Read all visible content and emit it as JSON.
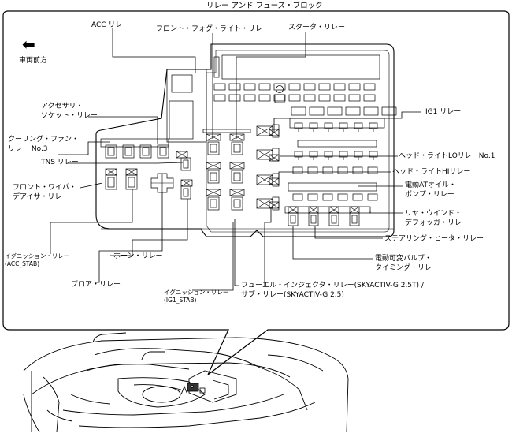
{
  "diagram": {
    "title": "リレー アンド フューズ・ブロック",
    "direction_arrow": "left-arrow",
    "direction_label": "車両前方",
    "labels": {
      "acc_relay": "ACC リレー",
      "front_fog_relay": "フロント・フォグ・ライト・リレー",
      "starter_relay": "スタータ・リレー",
      "accessory_socket_relay_1": "アクセサリ・",
      "accessory_socket_relay_2": "ソケット・リレー",
      "cooling_fan_relay_1": "クーリング・ファン・",
      "cooling_fan_relay_2": "リレー No.3",
      "tns_relay": "TNS リレー",
      "front_wiper_relay_1": "フロント・ワイパ・",
      "front_wiper_relay_2": "デアイサ・リレー",
      "ig1_relay": "IG1 リレー",
      "head_lo_relay": "ヘッド・ライトLOリレーNo.1",
      "head_hi_relay": "ヘッド・ライトHIリレー",
      "at_oil_pump_relay_1": "電動ATオイル・",
      "at_oil_pump_relay_2": "ポンプ・リレー",
      "rear_defogger_relay_1": "リヤ・ウインド・",
      "rear_defogger_relay_2": "デフォッガ・リレー",
      "steering_heater_relay": "ステアリング・ヒータ・リレー",
      "valve_timing_relay_1": "電動可変バルブ・",
      "valve_timing_relay_2": "タイミング・リレー",
      "fuel_injector_relay_1": "フューエル・インジェクタ・リレー(SKYACTIV-G 2.5T) /",
      "fuel_injector_relay_2": "サブ・リレー(SKYACTIV-G 2.5)",
      "ig_relay_acc_1": "イグニッション・リレー",
      "ig_relay_acc_2": "(ACC_STAB)",
      "horn_relay": "ホーン・リレー",
      "blower_relay": "ブロア・リレー",
      "ig_relay_ig1_1": "イグニッション・リレー",
      "ig_relay_ig1_2": "(IG1_STAB)"
    }
  }
}
